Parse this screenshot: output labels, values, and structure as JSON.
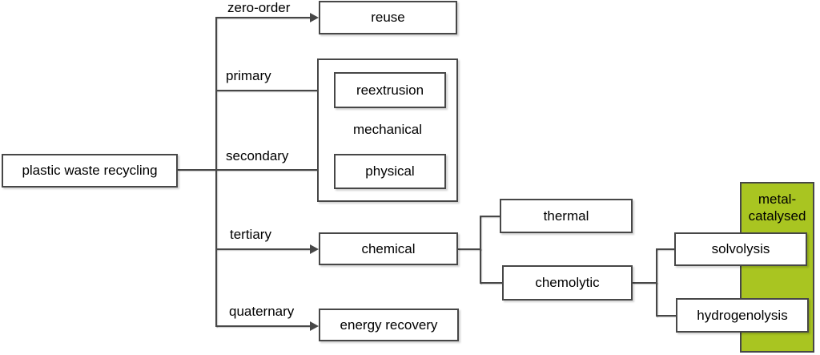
{
  "nodes": {
    "root": "plastic waste recycling",
    "reuse": "reuse",
    "reextrusion": "reextrusion",
    "mechanical": "mechanical",
    "physical": "physical",
    "chemical": "chemical",
    "thermal": "thermal",
    "chemolytic": "chemolytic",
    "solvolysis": "solvolysis",
    "hydrogenolysis": "hydrogenolysis",
    "energy_recovery": "energy recovery",
    "metal_catalysed_line1": "metal-",
    "metal_catalysed_line2": "catalysed"
  },
  "branch_labels": {
    "zero_order": "zero-order",
    "primary": "primary",
    "secondary": "secondary",
    "tertiary": "tertiary",
    "quaternary": "quaternary"
  },
  "colors": {
    "highlight_green": "#a9c521",
    "line": "#474747",
    "text": "#000000",
    "background": "#ffffff"
  }
}
